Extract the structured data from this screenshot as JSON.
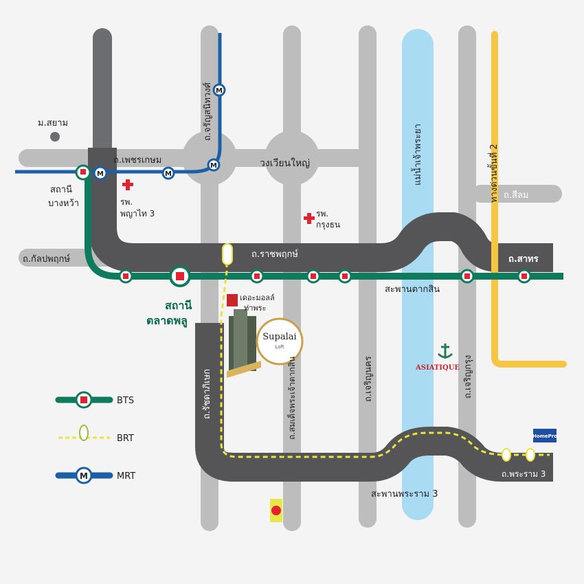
{
  "colors": {
    "road_light": "#bdbdbd",
    "road_dark": "#6c6d70",
    "road_black": "#555558",
    "river": "#a9dcf3",
    "bts": "#0e7a5e",
    "mrt": "#1b5fa6",
    "brt": "#ece23a",
    "expressway": "#f6c643",
    "hospital": "#e02430",
    "text_dark": "#1f1f1f",
    "text_white": "#ffffff",
    "station_green": "#0b6b4f"
  },
  "labels": {
    "siam_university": "ม.สยาม",
    "phet_kasem_rd": "ถ.เพชรเกษม",
    "charan_sanitwong_rd": "ถ.จรัญสนิทวงศ์",
    "wongwian_yai": "วงเวียนใหญ่",
    "bang_wa_station": [
      "สถานี",
      "บางหว้า"
    ],
    "phyathai3_hospital": [
      "รพ.",
      "พญาไท 3"
    ],
    "krungthon_hospital": [
      "รพ.",
      "กรุงธน"
    ],
    "kanlapaphruek_rd": "ถ.กัลปพฤกษ์",
    "ratchaphruek_rd": "ถ.ราชพฤกษ์",
    "silom_rd": "ถ.สีลม",
    "sathorn_rd": "ถ.สาทร",
    "taksin_bridge": "สะพานตากสิน",
    "talat_phlu_station": [
      "สถานี",
      "ตลาดพลู"
    ],
    "the_mall": [
      "เดอะมอลล์",
      "ท่าพระ"
    ],
    "supalai": "Supalai",
    "supalai_sub": "Loft",
    "ratchadaphisek_rd": "ถ.รัชดาภิเษก",
    "somdet_phra_chao_taksin_rd": "ถ.สมเด็จพระเจ้าตากสิน",
    "charoen_nakhon_rd": "ถ.เจริญนคร",
    "chao_phraya_river": "แม่น้ำเจ้าพระยา",
    "asiatique": "ASIATIQUE",
    "charoen_krung_rd": "ถ.เจริญกรุง",
    "expressway_2": "ทางด่วนขั้นที่ 2",
    "rama3_rd": "ถ.พระราม 3",
    "rama3_bridge": "สะพานพระราม 3",
    "homepro": "HomePro",
    "legend_bts": "BTS",
    "legend_brt": "BRT",
    "legend_mrt": "MRT",
    "mrt_symbol": "M"
  }
}
